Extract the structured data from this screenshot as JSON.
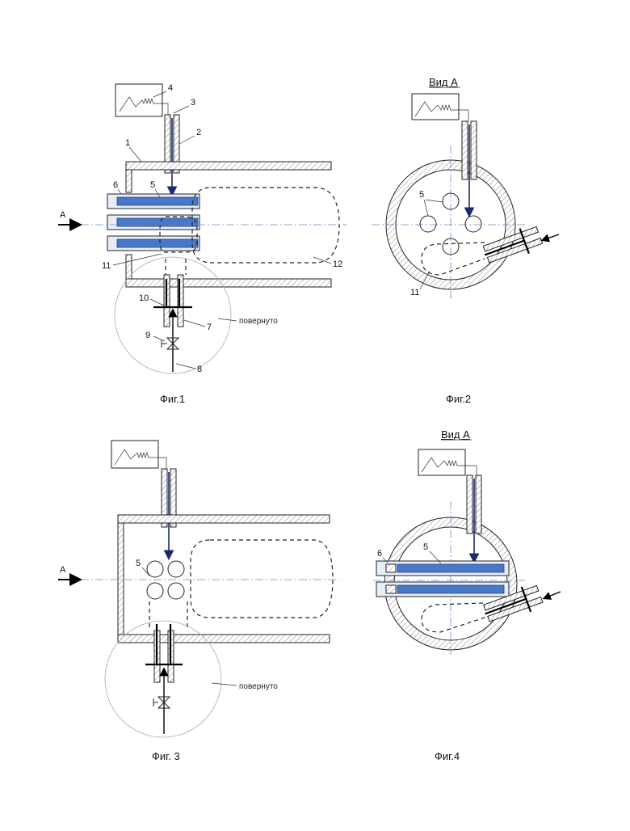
{
  "figures": {
    "fig1": {
      "caption": "Фиг.1",
      "rotated_note": "повернуто",
      "arrow_label": "A",
      "labels": [
        "1",
        "2",
        "3",
        "4",
        "5",
        "6",
        "7",
        "8",
        "9",
        "10",
        "11",
        "12"
      ]
    },
    "fig2": {
      "caption": "Фиг.2",
      "view_title": "Вид А",
      "labels": [
        "5",
        "11"
      ]
    },
    "fig3": {
      "caption": "Фиг. 3",
      "rotated_note": "повернуто",
      "arrow_label": "A",
      "labels": [
        "5"
      ]
    },
    "fig4": {
      "caption": "Фиг.4",
      "view_title": "Вид А",
      "labels": [
        "6",
        "5"
      ]
    }
  },
  "colors": {
    "rod_fill": "#4a78c8",
    "flow_line": "#1b2a6b",
    "axis_line": "#6b8fc4",
    "hatch": "#888888"
  }
}
